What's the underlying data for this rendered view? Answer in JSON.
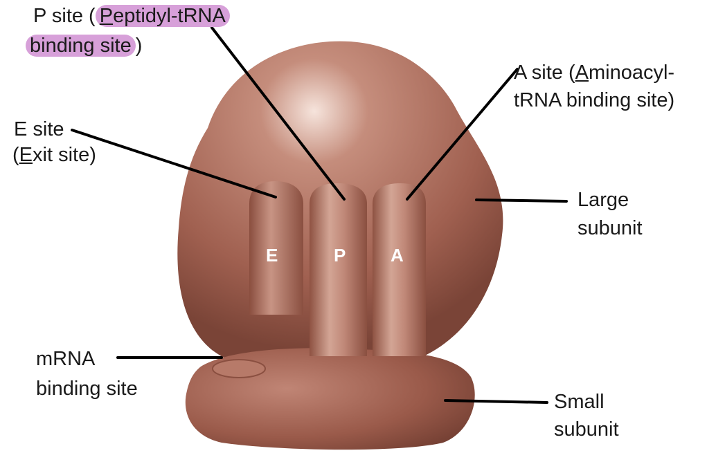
{
  "labels": {
    "p_site_line1_pre": "P site (",
    "p_site_line1_ul": "P",
    "p_site_line1_post": "eptidyl-tRNA",
    "p_site_line2": "binding site",
    "p_site_line2_close": ")",
    "a_site_line1_pre": "A site (",
    "a_site_line1_ul": "A",
    "a_site_line1_post": "minoacyl-",
    "a_site_line2": "tRNA binding site)",
    "e_site_line1": "E site",
    "e_site_line2_pre": "(",
    "e_site_line2_ul": "E",
    "e_site_line2_post": "xit site)",
    "large_line1": "Large",
    "large_line2": "subunit",
    "mrna_line1": "mRNA",
    "mrna_line2": "binding site",
    "small_line1": "Small",
    "small_line2": "subunit"
  },
  "site_letters": {
    "e": "E",
    "p": "P",
    "a": "A"
  },
  "colors": {
    "ribosome_base": "#a86a5a",
    "ribosome_dark": "#7a4437",
    "ribosome_light": "#e2bfb2",
    "highlight": "#d7a0d9",
    "leader_line": "#000000"
  }
}
